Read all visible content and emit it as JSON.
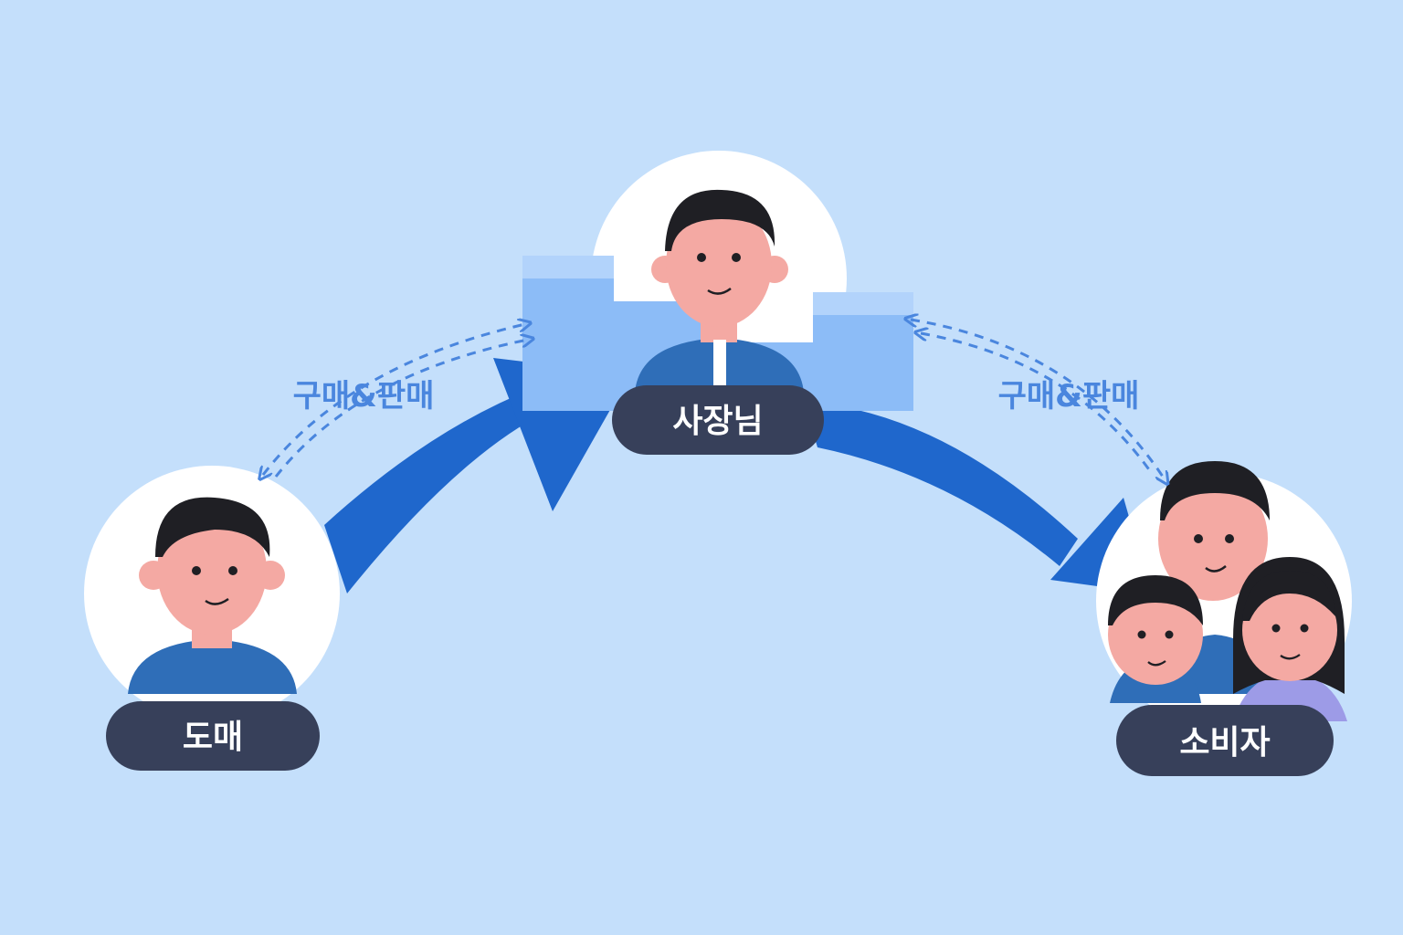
{
  "nodes": {
    "wholesale": {
      "label": "도매"
    },
    "owner": {
      "label": "사장님"
    },
    "consumer": {
      "label": "소비자"
    }
  },
  "flows": {
    "left_label": "구매&판매",
    "right_label": "구매&판매"
  },
  "colors": {
    "background": "#c4dffb",
    "arrow": "#1f67cc",
    "dashed": "#4a86de",
    "pill": "#37405a",
    "box": "#8cbcf7",
    "box_light": "#b2d3fb",
    "skin": "#f4a9a3",
    "hair": "#1f1f24",
    "shirt": "#2f6eb8",
    "circle": "#ffffff"
  }
}
